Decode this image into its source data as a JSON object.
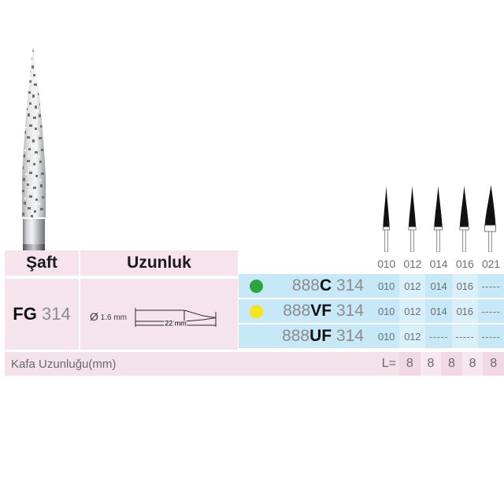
{
  "product": {
    "shape_name": "flame-diamond-bur"
  },
  "tip_sizes": [
    "010",
    "012",
    "014",
    "016",
    "021"
  ],
  "left_table": {
    "headers": {
      "shaft": "Şaft",
      "length": "Uzunluk"
    },
    "shaft_value_bold": "FG",
    "shaft_value_plain": "314",
    "diameter_symbol": "Ø",
    "diameter_label": "1.6 mm",
    "length_label": "22 mm"
  },
  "right_table": {
    "rows": [
      {
        "dot_color": "#2aa63c",
        "dot_name": "green-grit-dot",
        "code_prefix": "888",
        "code_grit": "C",
        "code_suffix": "314",
        "values": [
          "010",
          "012",
          "014",
          "016",
          "-----"
        ]
      },
      {
        "dot_color": "#f5e617",
        "dot_name": "yellow-grit-dot",
        "code_prefix": "888",
        "code_grit": "VF",
        "code_suffix": "314",
        "values": [
          "010",
          "012",
          "014",
          "016",
          "-----"
        ]
      },
      {
        "dot_color": "",
        "dot_name": "no-grit-dot",
        "code_prefix": "888",
        "code_grit": "UF",
        "code_suffix": "314",
        "values": [
          "010",
          "012",
          "-----",
          "-----",
          "-----"
        ]
      }
    ]
  },
  "bottom_row": {
    "label": "Kafa Uzunluğu(mm)",
    "equals": "L=",
    "values": [
      "8",
      "8",
      "8",
      "8",
      "8"
    ]
  },
  "colors": {
    "pink_header": "#f7e3ec",
    "pink_body": "#f6e4ec",
    "blue_row": "#c7e8f7",
    "blue_alt": "#d9f0fa",
    "green": "#2aa63c",
    "yellow": "#f5e617"
  }
}
